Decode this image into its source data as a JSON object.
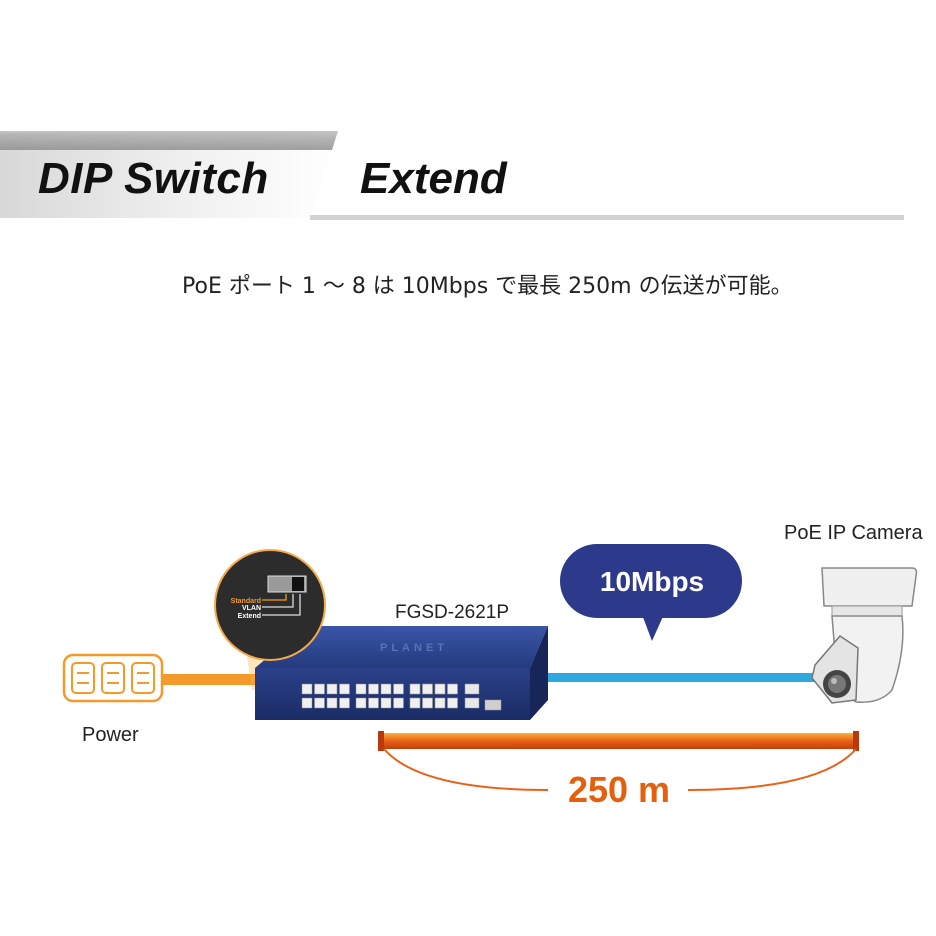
{
  "header": {
    "left_title": "DIP Switch",
    "right_title": "Extend"
  },
  "description": "PoE ポート 1 ～ 8 は 10Mbps で最長 250m の伝送が可能。",
  "diagram": {
    "switch_model": "FGSD-2621P",
    "camera_label": "PoE IP Camera",
    "power_label": "Power",
    "speed_bubble": "10Mbps",
    "distance_label": "250 m",
    "dip_options": [
      "Standard",
      "VLAN",
      "Extend"
    ],
    "brand_mark": "PLANET"
  },
  "colors": {
    "orange_cable": "#f39a2b",
    "blue_cable": "#2fa8df",
    "bubble": "#2d3a8c",
    "distance_text": "#e5600e",
    "switch_body": "#2b3f86"
  }
}
